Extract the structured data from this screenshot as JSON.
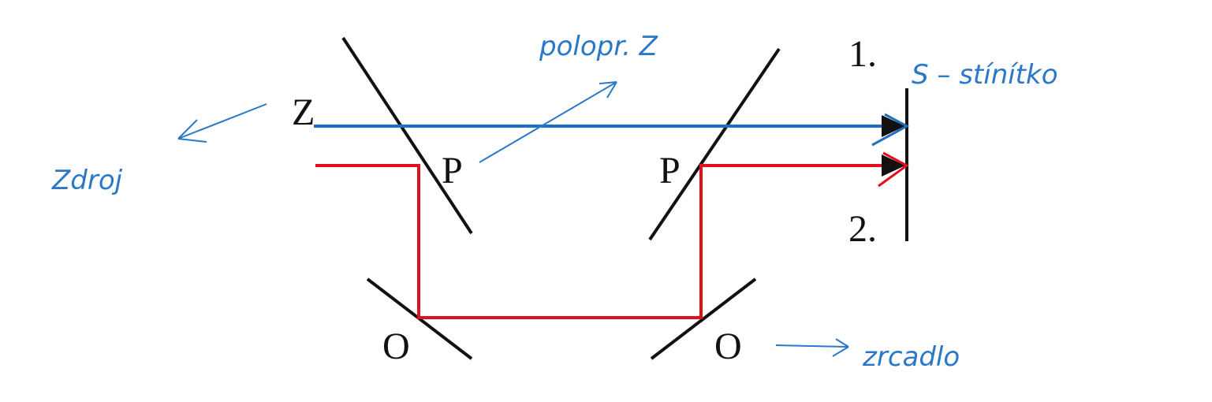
{
  "labels": {
    "source": "Z",
    "splitter_left": "P",
    "splitter_right": "P",
    "mirror_left": "O",
    "mirror_right": "O",
    "path_1": "1.",
    "path_2": "2."
  },
  "annotations": {
    "source": "Zdroj",
    "splitter": "polopr. Z",
    "screen": "S – stínítko",
    "mirror": "zrcadlo"
  },
  "colors": {
    "path_upper": "#1f6fc0",
    "path_lower": "#e0101e",
    "optics": "#111111",
    "handwriting": "#2a78c8"
  }
}
